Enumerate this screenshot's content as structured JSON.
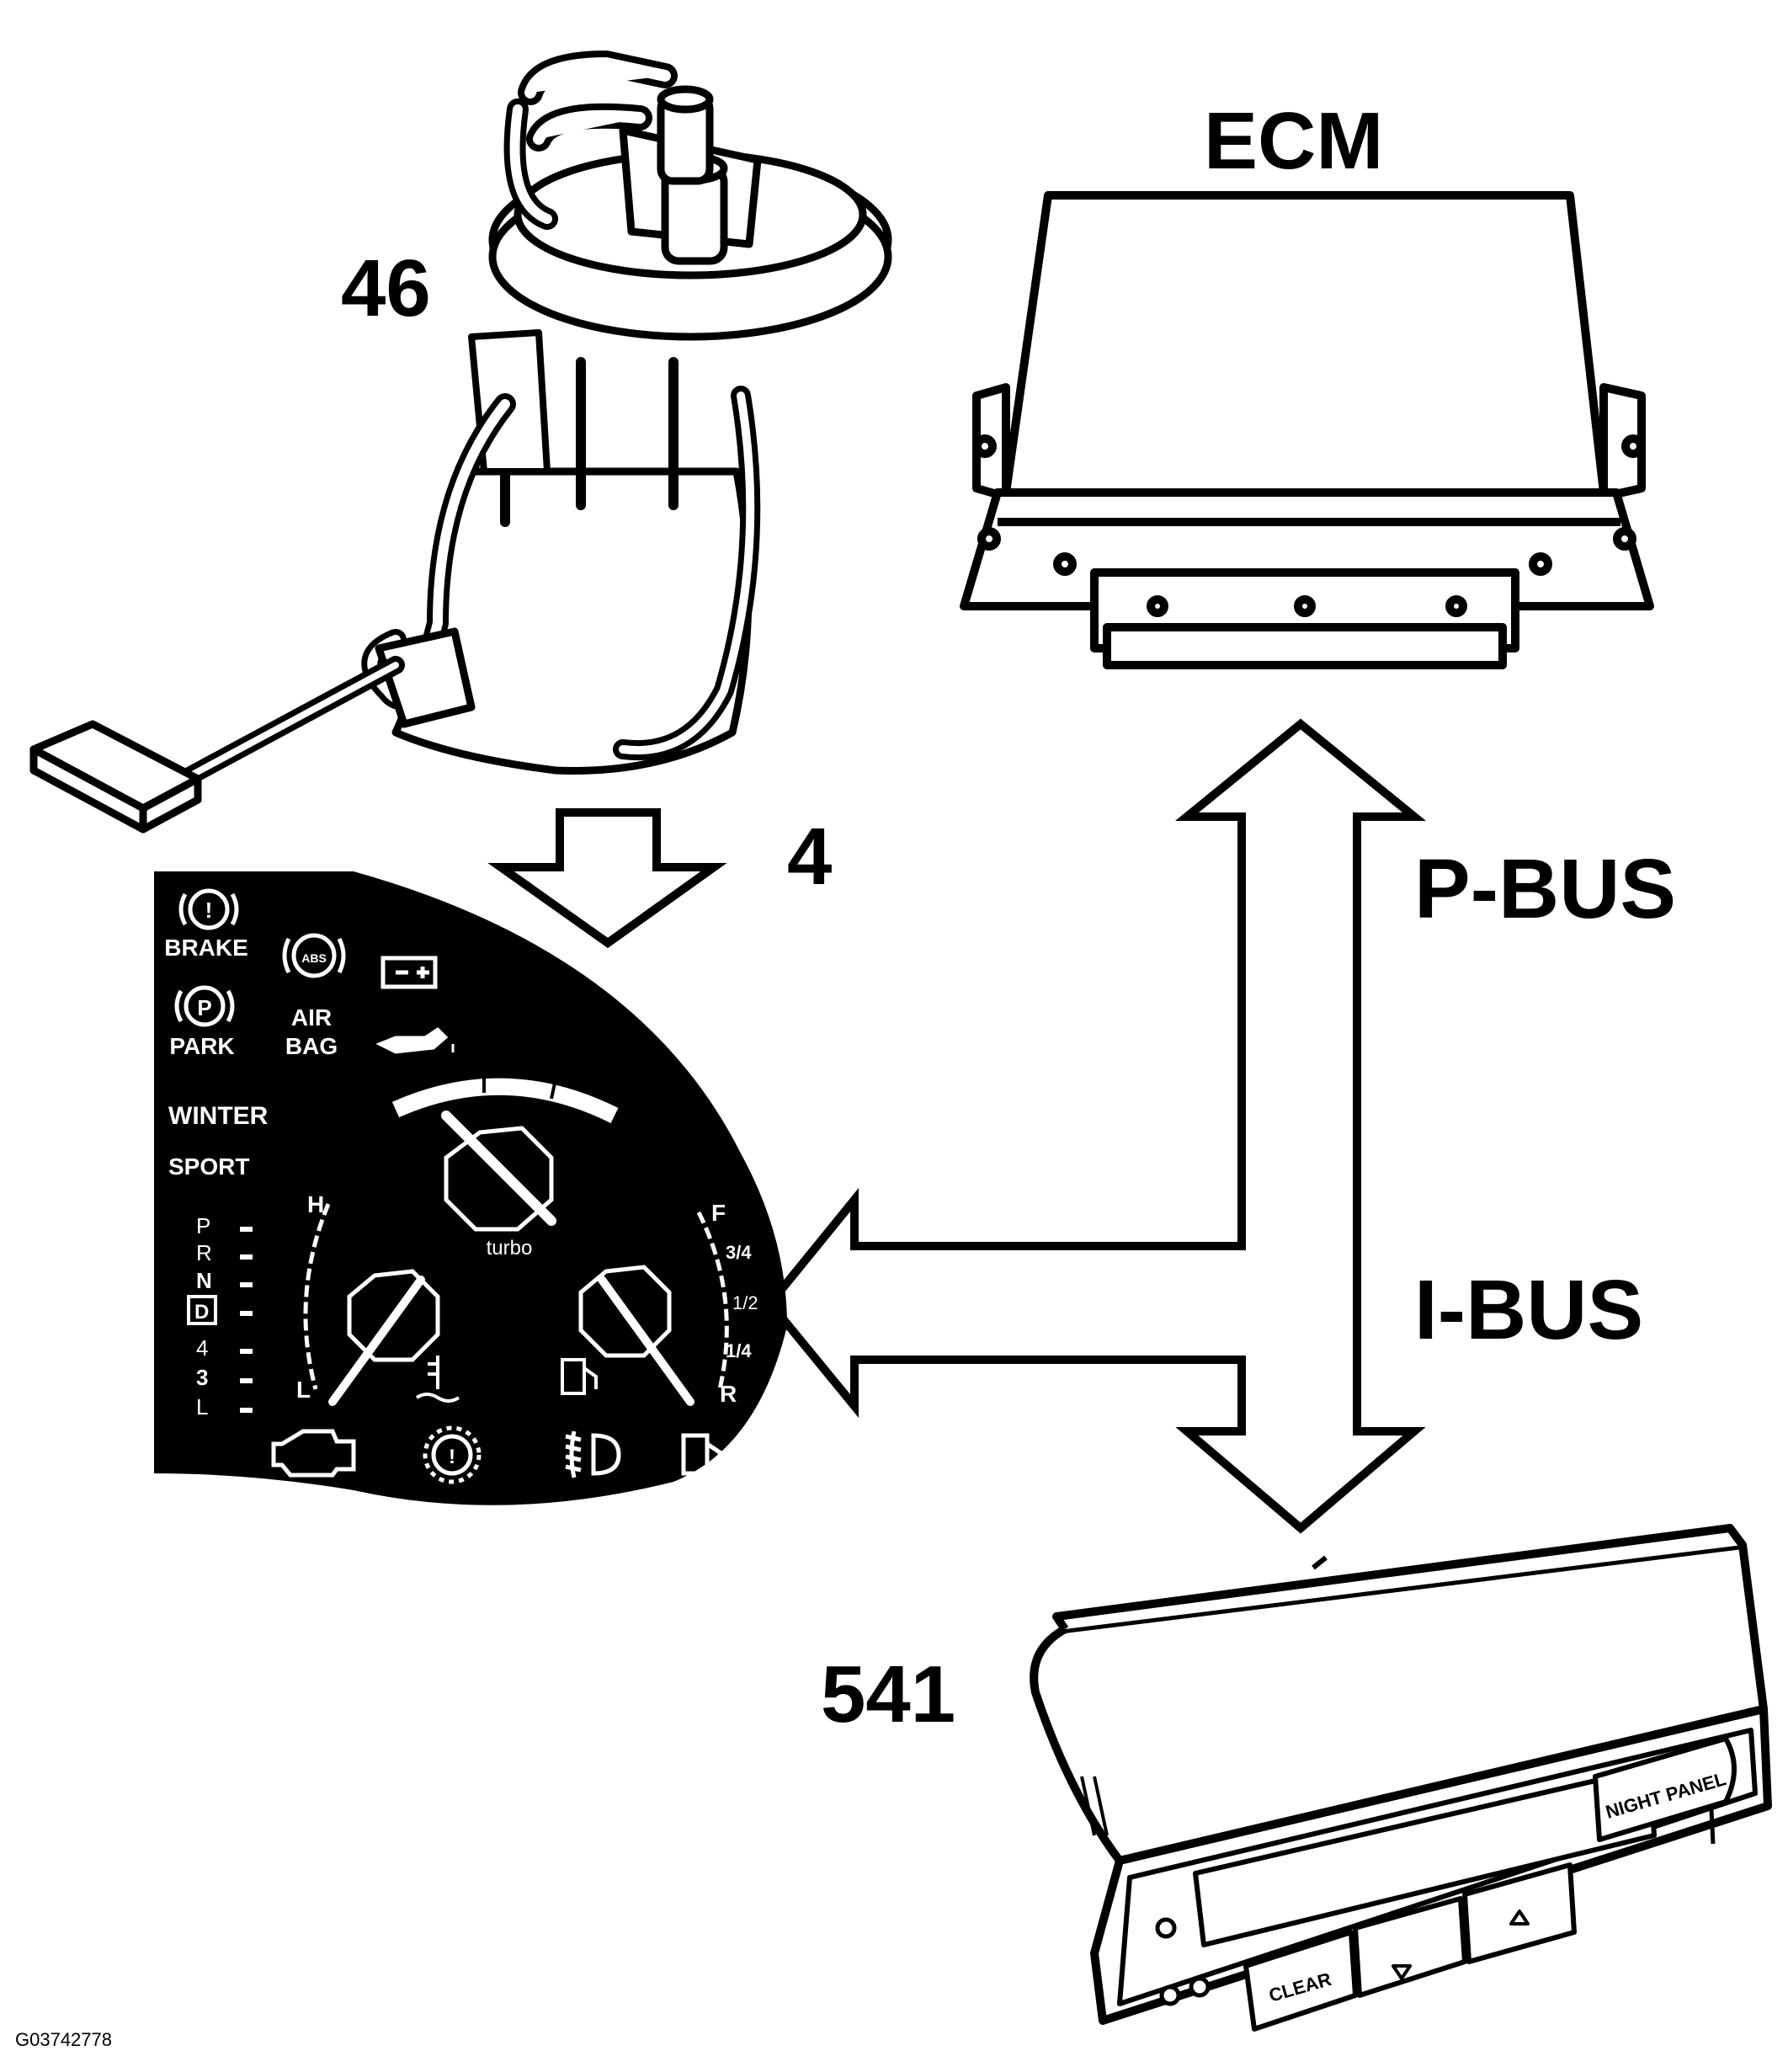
{
  "labels": {
    "fuel_pump_id": "46",
    "cluster_id": "4",
    "ecm": "ECM",
    "sid_id": "541",
    "p_bus": "P-BUS",
    "i_bus": "I-BUS",
    "figure_code": "G03742778"
  },
  "instrument_cluster": {
    "brake": "BRAKE",
    "park": "PARK",
    "abs": "ABS",
    "air": "AIR",
    "bag": "BAG",
    "winter": "WINTER",
    "sport": "SPORT",
    "turbo": "turbo",
    "temp_high": "H",
    "temp_low": "L",
    "fuel_full": "F",
    "fuel_three_quarter": "3/4",
    "fuel_half": "1/2",
    "fuel_quarter": "1/4",
    "fuel_reserve": "R",
    "gears": [
      "P",
      "R",
      "N",
      "D",
      "4",
      "3",
      "L"
    ]
  },
  "info_display": {
    "clear": "CLEAR",
    "night_panel": "NIGHT PANEL"
  }
}
